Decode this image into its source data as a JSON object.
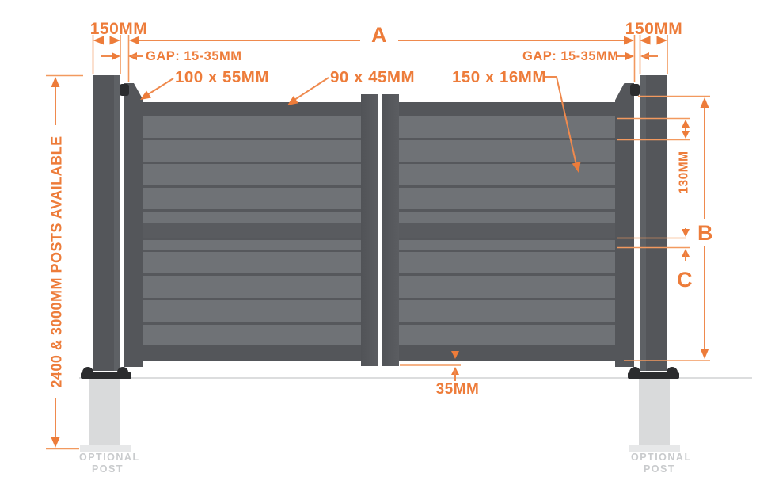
{
  "diagram": {
    "type": "gate-dimension-diagram",
    "subject": "Double swing gate with horizontal boards, posts and dimension callouts"
  },
  "dimensions": {
    "post_width_left": "150MM",
    "post_width_right": "150MM",
    "overall_width_label": "A",
    "hinge_gap_left": "GAP: 15-35MM",
    "hinge_gap_right": "GAP: 15-35MM",
    "hinge_stile_section": "100 x 55MM",
    "frame_section": "90 x 45MM",
    "board_section": "150 x 16MM",
    "board_height": "130MM",
    "gate_height_label": "B",
    "board_gap_label": "C",
    "bottom_offset": "35MM",
    "posts_note": "2400 & 3000MM POSTS AVAILABLE"
  },
  "labels": {
    "optional_post_left": "OPTIONAL POST",
    "optional_post_right": "OPTIONAL POST"
  },
  "colors": {
    "accent_orange": "#ED7C3A",
    "line_orange": "#F2995F",
    "frame_gray": "#54565A",
    "board_gray": "#6F7276",
    "hardware_black": "#2B2C2E",
    "optional_post_gray": "#D9DADB",
    "muted_text": "#C9CBCD",
    "background": "#FFFFFF"
  }
}
